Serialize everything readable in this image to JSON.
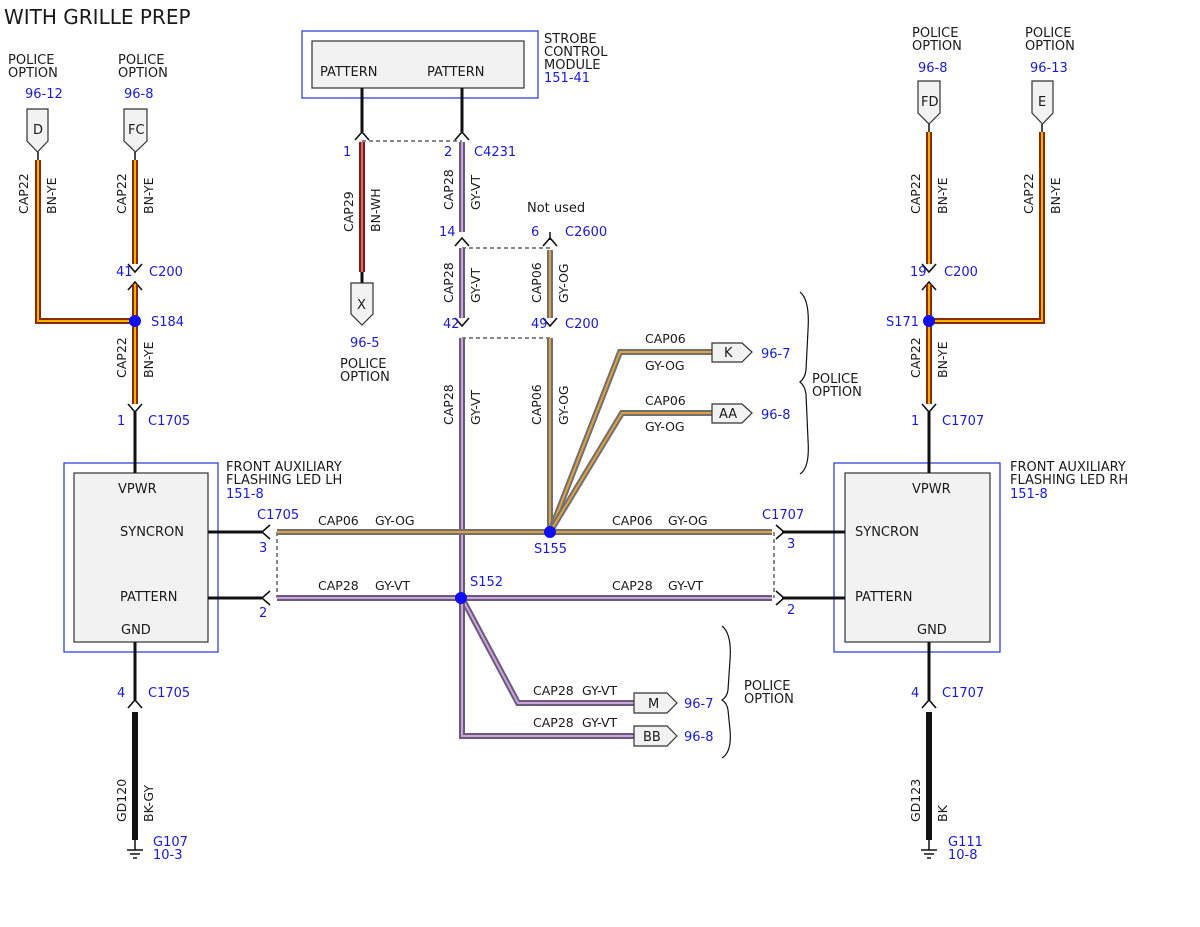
{
  "title": "WITH GRILLE PREP",
  "strobe_module": {
    "name": "STROBE CONTROL MODULE",
    "name_l1": "STROBE",
    "name_l2": "CONTROL",
    "name_l3": "MODULE",
    "ref": "151-41",
    "pin_left": "PATTERN",
    "pin_right": "PATTERN"
  },
  "led_lh": {
    "name_l1": "FRONT AUXILIARY",
    "name_l2": "FLASHING LED LH",
    "ref": "151-8",
    "pin_vpwr": "VPWR",
    "pin_sync": "SYNCRON",
    "pin_pattern": "PATTERN",
    "pin_gnd": "GND"
  },
  "led_rh": {
    "name_l1": "FRONT AUXILIARY",
    "name_l2": "FLASHING LED RH",
    "ref": "151-8",
    "pin_vpwr": "VPWR",
    "pin_sync": "SYNCRON",
    "pin_pattern": "PATTERN",
    "pin_gnd": "GND"
  },
  "police_l1": "POLICE",
  "police_l2": "OPTION",
  "flags": {
    "d": {
      "label": "D",
      "ref": "96-12"
    },
    "fc": {
      "label": "FC",
      "ref": "96-8"
    },
    "x": {
      "label": "X",
      "ref": "96-5"
    },
    "fd": {
      "label": "FD",
      "ref": "96-8"
    },
    "e": {
      "label": "E",
      "ref": "96-13"
    },
    "k": {
      "label": "K",
      "ref": "96-7"
    },
    "aa": {
      "label": "AA",
      "ref": "96-8"
    },
    "m": {
      "label": "M",
      "ref": "96-7"
    },
    "bb": {
      "label": "BB",
      "ref": "96-8"
    }
  },
  "circuits": {
    "cap22": "CAP22",
    "cap29": "CAP29",
    "cap28": "CAP28",
    "cap06": "CAP06",
    "gd120": "GD120",
    "gd123": "GD123"
  },
  "colors": {
    "bn_ye": "BN-YE",
    "bn_wh": "BN-WH",
    "gy_vt": "GY-VT",
    "gy_og": "GY-OG",
    "bk_gy": "BK-GY",
    "bk": "BK"
  },
  "connectors": {
    "c200": "C200",
    "c1705": "C1705",
    "c1707": "C1707",
    "c4231": "C4231",
    "c2600": "C2600"
  },
  "pins": {
    "p1": "1",
    "p2": "2",
    "p3": "3",
    "p4": "4",
    "p6": "6",
    "p14": "14",
    "p19": "19",
    "p41": "41",
    "p42": "42",
    "p49": "49"
  },
  "splices": {
    "s184": "S184",
    "s171": "S171",
    "s155": "S155",
    "s152": "S152"
  },
  "grounds": {
    "g107": {
      "name": "G107",
      "ref": "10-3"
    },
    "g111": {
      "name": "G111",
      "ref": "10-8"
    }
  },
  "not_used": "Not used",
  "wire_colors": {
    "bn_ye_outer": "#8a2a00",
    "bn_ye_inner": "#f2b400",
    "gy_vt_inner": "#c9a6d6",
    "gy_og_inner": "#e3a040",
    "splice_dot": "#1010ee",
    "ref_text": "#1a1ad6"
  }
}
